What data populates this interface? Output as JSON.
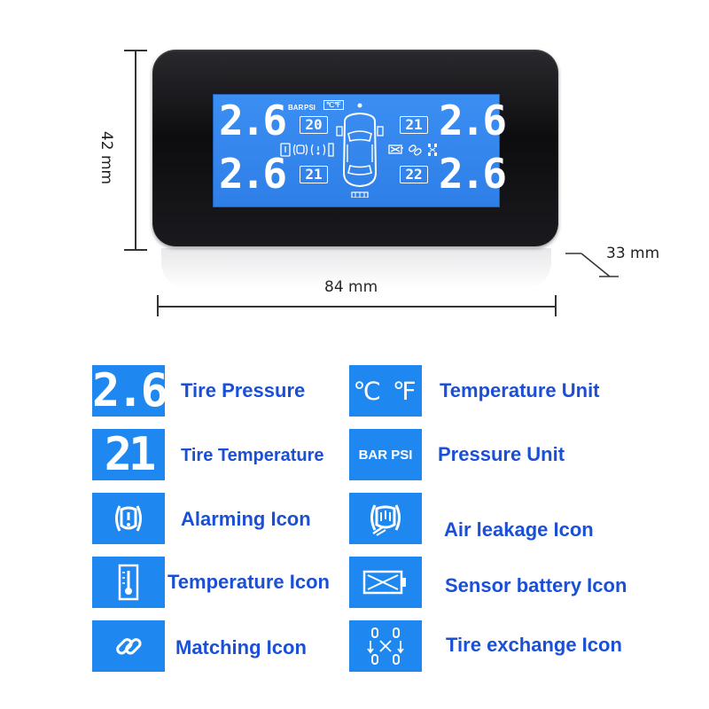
{
  "dimensions": {
    "height": "42 mm",
    "width": "84 mm",
    "depth": "33 mm"
  },
  "display": {
    "pressure_unit_bar": "BAR",
    "pressure_unit_psi": "PSI",
    "temp_unit": "℃℉",
    "front_left_pressure": "2.6",
    "front_right_pressure": "2.6",
    "rear_left_pressure": "2.6",
    "rear_right_pressure": "2.6",
    "front_left_temp": "20",
    "front_right_temp": "21",
    "rear_left_temp": "21",
    "rear_right_temp": "22"
  },
  "legend": {
    "left": [
      {
        "tile": "2.6",
        "label": "Tire Pressure"
      },
      {
        "tile": "21",
        "label": "Tire Temperature"
      },
      {
        "tile_icon": "tire-alarm-icon",
        "label": "Alarming Icon"
      },
      {
        "tile_icon": "thermometer-icon",
        "label": "Temperature Icon"
      },
      {
        "tile_icon": "link-icon",
        "label": "Matching  Icon"
      }
    ],
    "right": [
      {
        "tile": "℃ ℉",
        "label": "Temperature Unit"
      },
      {
        "tile": "BAR PSI",
        "label": "Pressure Unit"
      },
      {
        "tile_icon": "air-leak-icon",
        "label": "Air leakage  Icon"
      },
      {
        "tile_icon": "sensor-battery-icon",
        "label": "Sensor battery  Icon"
      },
      {
        "tile_icon": "tire-exchange-icon",
        "label": "Tire exchange Icon"
      }
    ]
  },
  "colors": {
    "label_blue": "#1a4fd6",
    "tile_blue": "#1e87f0",
    "screen_blue": "#3386ee"
  }
}
